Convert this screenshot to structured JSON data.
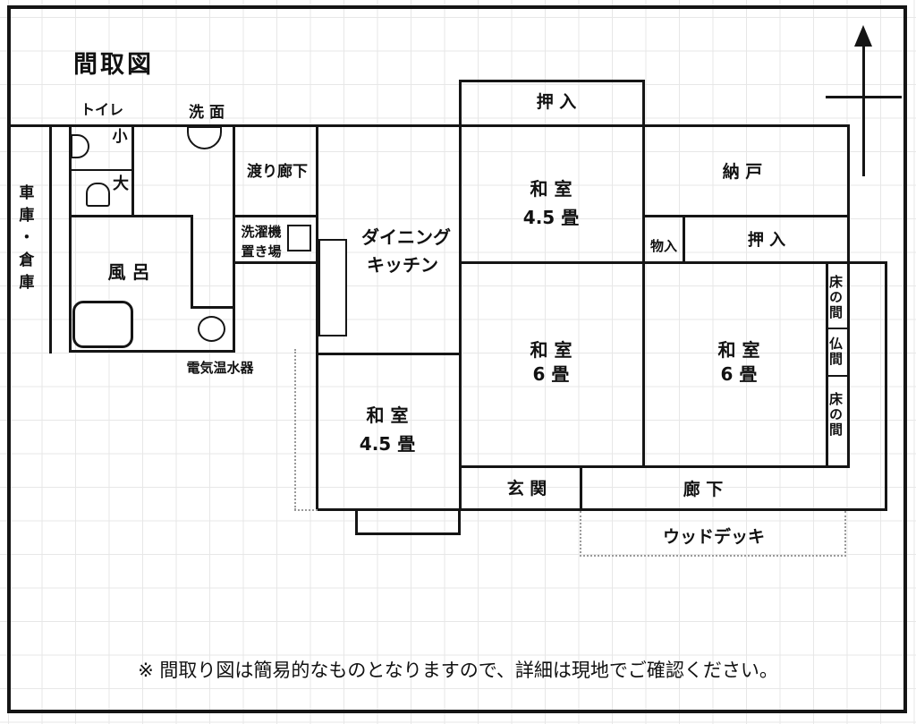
{
  "title": "間取図",
  "note": "※ 間取り図は簡易的なものとなりますので、詳細は現地でご確認ください。",
  "colors": {
    "wall": "#151515",
    "grid": "#e7e7e7",
    "background": "#ffffff"
  },
  "fixtures": [
    "urinal",
    "toilet-bowl",
    "washbasin-sink",
    "bathtub",
    "electric-water-heater",
    "washing-machine",
    "kitchen-counter",
    "north-arrow"
  ],
  "labels": {
    "garage": "車庫・倉庫",
    "toilet": "トイレ",
    "toilet_small": "小",
    "toilet_large": "大",
    "washbasin": "洗 面",
    "crossing_corridor": "渡り廊下",
    "bath": "風 呂",
    "laundry_line1": "洗濯機",
    "laundry_line2": "置き場",
    "water_heater": "電気温水器",
    "kitchen_line1": "ダイニング",
    "kitchen_line2": "キッチン",
    "closet_top": "押 入",
    "washitsu45_top_name": "和 室",
    "washitsu45_top_size": "4.5 畳",
    "storeroom": "納 戸",
    "small_storage": "物入",
    "closet_mid": "押 入",
    "washitsu6_left_name": "和 室",
    "washitsu6_left_size": "6 畳",
    "washitsu6_right_name": "和 室",
    "washitsu6_right_size": "6 畳",
    "tokonoma_upper": "床の間",
    "butsuma": "仏間",
    "tokonoma_lower": "床の間",
    "washitsu45_bottom_name": "和 室",
    "washitsu45_bottom_size": "4.5 畳",
    "entrance": "玄 関",
    "hallway": "廊 下",
    "wood_deck": "ウッドデッキ"
  }
}
